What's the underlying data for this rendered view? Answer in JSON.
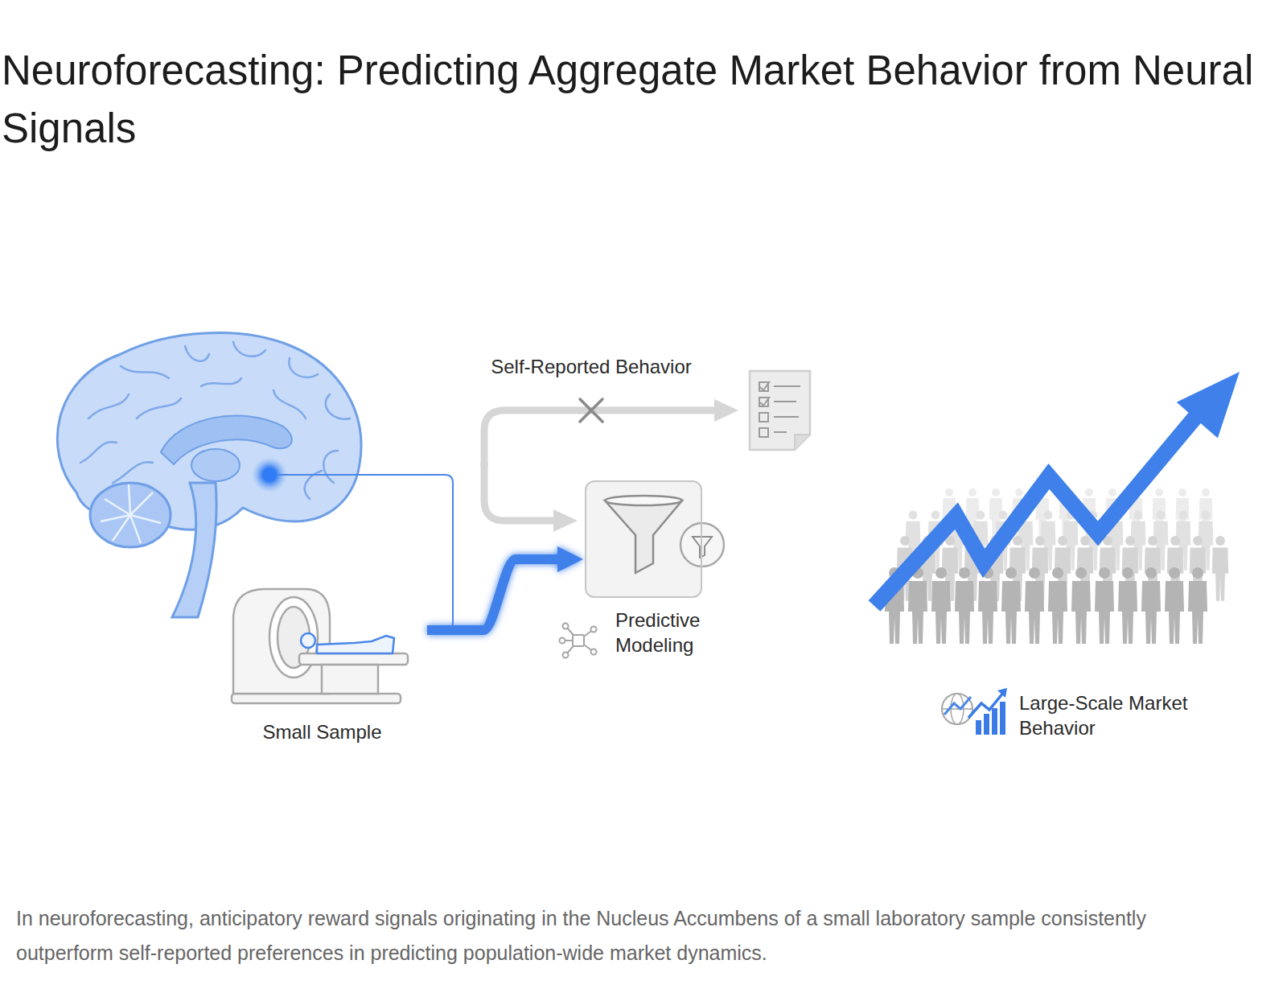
{
  "diagram": {
    "title": "Neuroforecasting: Predicting Aggregate Market Behavior from Neural Signals",
    "caption": "In neuroforecasting, anticipatory reward signals originating in the Nucleus Accumbens of a small laboratory sample consistently outperform self-reported preferences in predicting population-wide market dynamics.",
    "nodes": [
      {
        "text": [
          "Small Sample"
        ]
      },
      {
        "text": [
          "Predictive Modeling"
        ]
      },
      {
        "text": [
          "Large-Scale Market Behavior"
        ]
      }
    ],
    "edges": [
      {
        "from": 0,
        "to": 1,
        "arrow": "to"
      },
      {
        "from": 1,
        "to": 2,
        "arrow": "to"
      }
    ],
    "labels": [
      "Self-Reported Behavior"
    ]
  }
}
